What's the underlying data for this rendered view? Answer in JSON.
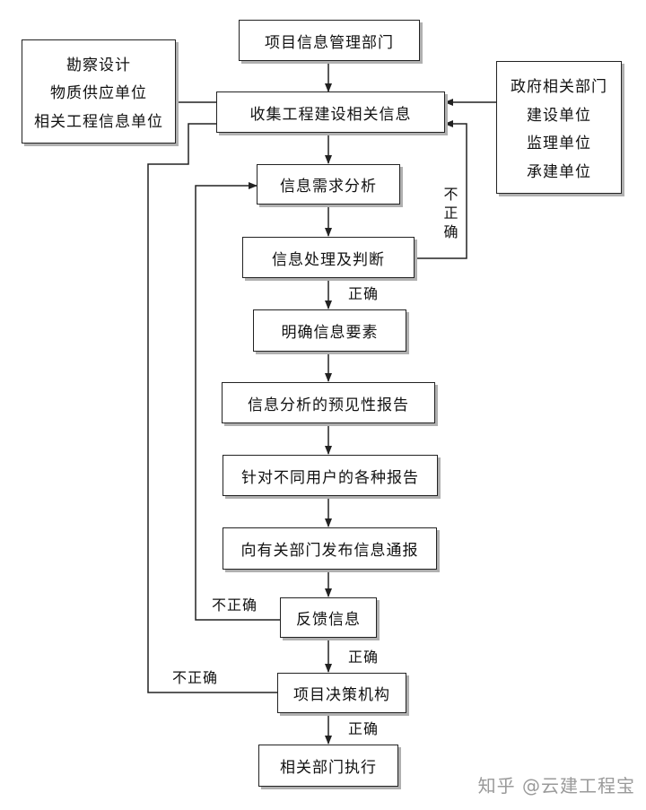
{
  "diagram": {
    "nodes": {
      "project_info_dept": "项目信息管理部门",
      "collect_info": "收集工程建设相关信息",
      "demand_analysis": "信息需求分析",
      "processing_judgment": "信息处理及判断",
      "clarify_elements": "明确信息要素",
      "predictive_report": "信息分析的预见性报告",
      "user_reports": "针对不同用户的各种报告",
      "publish_bulletin": "向有关部门发布信息通报",
      "feedback": "反馈信息",
      "decision_body": "项目决策机构",
      "execute": "相关部门执行"
    },
    "left_sources": [
      "勘察设计",
      "物质供应单位",
      "相关工程信息单位"
    ],
    "right_sources": [
      "政府相关部门",
      "建设单位",
      "监理单位",
      "承建单位"
    ],
    "edge_labels": {
      "processing_incorrect": [
        "不",
        "正",
        "确"
      ],
      "processing_correct": "正确",
      "feedback_incorrect": "不正确",
      "feedback_correct": "正确",
      "decision_incorrect": "不正确",
      "decision_correct": "正确"
    },
    "line_color": "#222222",
    "shadow_color": "#b0b0b0"
  },
  "watermark": "知乎 @云建工程宝"
}
